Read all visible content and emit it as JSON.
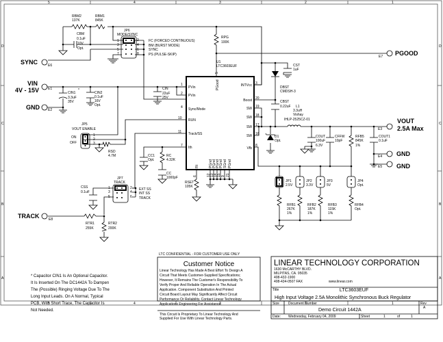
{
  "border": {
    "columns": [
      "5",
      "4",
      "3",
      "2",
      "1"
    ],
    "rows": [
      "D",
      "C",
      "B",
      "A"
    ]
  },
  "nets": {
    "sync": {
      "label": "SYNC",
      "pad": "E6"
    },
    "vin": {
      "label": "VIN",
      "range": "4V - 15V",
      "pad": "E1"
    },
    "gnd_in": {
      "label": "GND",
      "pad": "E2"
    },
    "track": {
      "label": "TRACK",
      "pad": "E8"
    },
    "pgood": {
      "label": "PGOOD",
      "pad": "E7"
    },
    "vout": {
      "label": "VOUT",
      "rating": "2.5A Max",
      "pad": "E3"
    },
    "gnd_out1": {
      "label": "GND",
      "pad": "E4"
    },
    "gnd_out2": {
      "label": "GND",
      "pad": "E5"
    }
  },
  "components": {
    "rbm2": {
      "ref": "RBM2",
      "value": "137K"
    },
    "rbm1": {
      "ref": "RBM1",
      "value": "845K"
    },
    "cbm": {
      "ref": "CBM",
      "value": "0.1uF",
      "rating": "10V",
      "note": "Opt."
    },
    "rpg": {
      "ref": "RPG",
      "value": "100K"
    },
    "cin1": {
      "ref": "CIN1",
      "value": "3.3uF",
      "rating": "35V",
      "mark": "*"
    },
    "cin2": {
      "ref": "CIN2",
      "value": "0.1uF",
      "rating": "16V",
      "note": "Opt."
    },
    "cin": {
      "ref": "CIN",
      "value": "22uF",
      "rating": "25V"
    },
    "rsd": {
      "ref": "RSD",
      "value": "4.7M"
    },
    "cc1": {
      "ref": "CC1",
      "value": "Opt."
    },
    "rc": {
      "ref": "RC",
      "value": "4.32K"
    },
    "cc": {
      "ref": "CC",
      "value": "1000pF"
    },
    "rset": {
      "ref": "RSET",
      "value": "105K"
    },
    "css": {
      "ref": "CSS",
      "value": "0.1uF"
    },
    "rtr1": {
      "ref": "RTR1",
      "value": "255K"
    },
    "rtr2": {
      "ref": "RTR2",
      "value": "200K"
    },
    "cst": {
      "ref": "CST",
      "value": "1uF"
    },
    "dbst": {
      "ref": "DBST",
      "value": "CMDSH-3"
    },
    "cbst": {
      "ref": "CBST",
      "value": "0.22uF"
    },
    "l1": {
      "ref": "L1",
      "value": "3.3uH",
      "maker": "Vishay",
      "part": "IHLP-2525CZ-01"
    },
    "d1": {
      "ref": "D1",
      "value": "Opt."
    },
    "cout": {
      "ref": "COUT",
      "value": "100uF",
      "rating": "6.3V"
    },
    "cffw": {
      "ref": "CFFW",
      "value": "10pF"
    },
    "rfb5": {
      "ref": "RFB5",
      "value": "845K",
      "tol": "1%"
    },
    "cout1": {
      "ref": "COUT1",
      "value": "0.1uF"
    },
    "rfb1": {
      "ref": "RFB1",
      "value": "267K",
      "tol": "1%"
    },
    "rfb2": {
      "ref": "RFB2",
      "value": "187K",
      "tol": "1%"
    },
    "rfb3": {
      "ref": "RFB3",
      "value": "115K",
      "tol": "1%"
    },
    "rfb4": {
      "ref": "RFB4",
      "value": "Opt."
    }
  },
  "jumpers": {
    "jp6": {
      "ref": "JP6",
      "title": "MODE/SYNC",
      "pins": [
        "1",
        "2",
        "3",
        "4",
        "5",
        "6",
        "7",
        "8"
      ],
      "options": [
        "FC (FORCED CONTINUOUS)",
        "BM (BURST MODE)",
        "SYNC",
        "PS (PULSE-SKIP)"
      ]
    },
    "jp5": {
      "ref": "JP5",
      "title": "VOUT ENABLE",
      "pins": [
        "1",
        "2",
        "3"
      ],
      "options": [
        "ON",
        "OFF"
      ]
    },
    "jp7": {
      "ref": "JP7",
      "title": "TRACK",
      "pins": [
        "1",
        "2",
        "3",
        "4",
        "5",
        "6"
      ],
      "options": [
        "EXT SS",
        "INT SS",
        "TRACK"
      ]
    },
    "jp1": {
      "ref": "JP1",
      "value": "2.5V"
    },
    "jp2": {
      "ref": "JP2",
      "value": "3.3V"
    },
    "jp3": {
      "ref": "JP3",
      "value": "5V"
    },
    "jp4": {
      "ref": "JP4",
      "value": "Opt."
    }
  },
  "ic": {
    "ref": "U1",
    "part": "LTC3603EUF",
    "left_pins": [
      {
        "num": "1",
        "name": "PVin"
      },
      {
        "num": "2",
        "name": "PVin"
      },
      {
        "num": "4",
        "name": "Sync/Mode"
      },
      {
        "num": "10",
        "name": "RUN"
      },
      {
        "num": "11",
        "name": "Track/SS"
      },
      {
        "num": "7",
        "name": "Ith"
      }
    ],
    "right_pins": [
      {
        "num": "3",
        "name": "INTVcc"
      },
      {
        "num": "20",
        "name": "Boost"
      },
      {
        "num": "19",
        "name": "SW"
      },
      {
        "num": "18",
        "name": "SW"
      },
      {
        "num": "17",
        "name": "SW"
      },
      {
        "num": "16",
        "name": "SW"
      },
      {
        "num": "8",
        "name": "Vfb"
      }
    ],
    "top_pin": {
      "num": "5",
      "name": "PGood"
    },
    "bottom_pins": [
      {
        "num": "6",
        "name": "Rt"
      },
      {
        "num": "12",
        "name": "PGnd"
      },
      {
        "num": "13",
        "name": "PGnd"
      },
      {
        "num": "14",
        "name": "PGnd"
      },
      {
        "num": "15",
        "name": "PGnd"
      },
      {
        "num": "9",
        "name": "SGnd"
      },
      {
        "num": "21",
        "name": "PGnd"
      }
    ]
  },
  "footnote": [
    "* Capacitor CIN1 Is An Optional Capacitor.",
    "It Is Inserted On The DC1442A To Dampen",
    "The (Possible) Ringing Voltage Due To The",
    "Long Input Leads. On A Normal, Typical",
    "PCB, With Short Trace, The Capacitor Is",
    "Not Needed."
  ],
  "notice": {
    "confidential": "LTC CONFIDENTIAL - FOR CUSTOMER USE ONLY",
    "title": "Customer Notice",
    "body": [
      "Linear Technology Has Made A Best Effort To Design A",
      "Circuit That Meets Customer-Supplied Specifications;",
      "However, It Remains The Customer's Responsibility To",
      "Verify Proper And Reliable Operation In The Actual",
      "Application. Component Substitution And Printed",
      "Circuit Board Layout May Significantly Affect Circuit",
      "Performance Or Reliability. Contact Linear Technology",
      "Applications Engineering For Assistance."
    ],
    "proprietary": [
      "This Circuit Is Proprietary To Linear Technology And",
      "Supplied For Use With Linear Technology Parts."
    ]
  },
  "title_block": {
    "company": "LINEAR TECHNOLOGY CORPORATION",
    "address": [
      "1630 McCARTHY BLVD.",
      "MILPITAS, CA. 95035",
      "408-432-1900",
      "408-434-0507 FAX"
    ],
    "website": "www.linear.com",
    "title_label": "Title",
    "title": "LTC3603EUF",
    "subtitle": "High Input Voltage 2.5A Monolithic Synchronous Buck Regulator",
    "size_label": "Size",
    "docnum_label": "Document Number",
    "docnum": "Demo Circuit 1442A",
    "rev_label": "Rev",
    "rev": "A",
    "date_label": "Date:",
    "date": "Wednesday, February 04, 2009",
    "sheet_label": "Sheet",
    "sheet": "1",
    "of_label": "of",
    "sheets": "1"
  }
}
